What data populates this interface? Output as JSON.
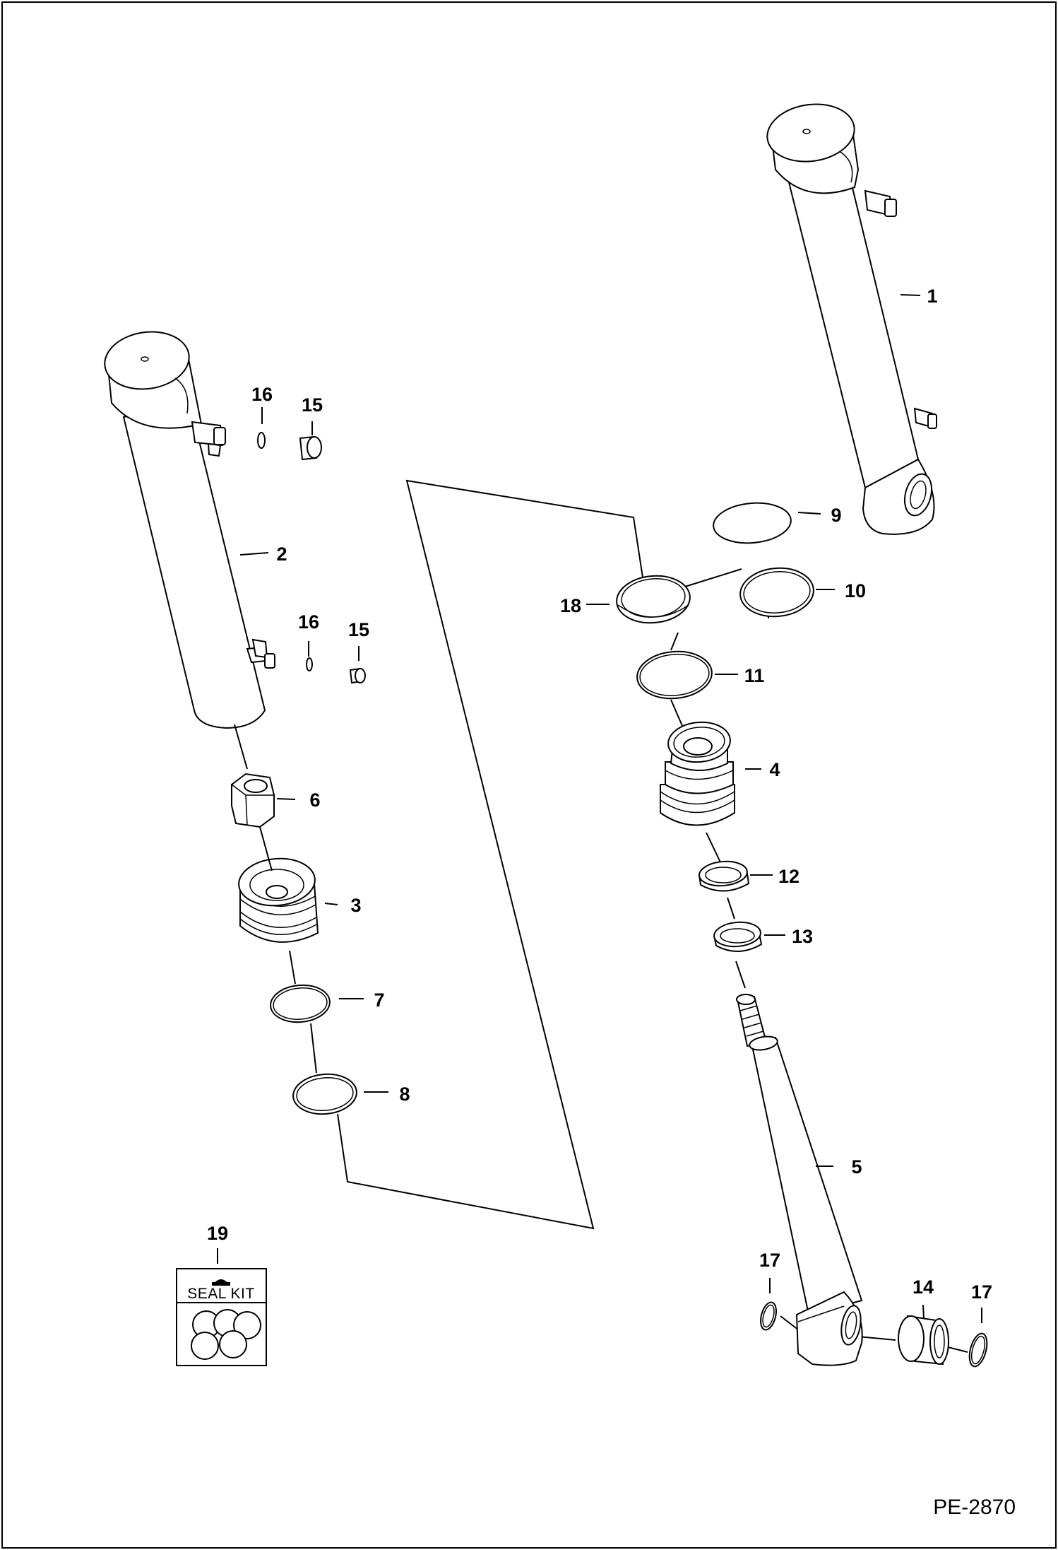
{
  "drawing_ref": "PE-2870",
  "seal_kit_text": "SEAL KIT",
  "callouts": [
    {
      "id": "c1",
      "num": "1"
    },
    {
      "id": "c2",
      "num": "2"
    },
    {
      "id": "c3",
      "num": "3"
    },
    {
      "id": "c4",
      "num": "4"
    },
    {
      "id": "c5",
      "num": "5"
    },
    {
      "id": "c6",
      "num": "6"
    },
    {
      "id": "c7",
      "num": "7"
    },
    {
      "id": "c8",
      "num": "8"
    },
    {
      "id": "c9",
      "num": "9"
    },
    {
      "id": "c10",
      "num": "10"
    },
    {
      "id": "c11",
      "num": "11"
    },
    {
      "id": "c12",
      "num": "12"
    },
    {
      "id": "c13",
      "num": "13"
    },
    {
      "id": "c14",
      "num": "14"
    },
    {
      "id": "c15a",
      "num": "15"
    },
    {
      "id": "c15b",
      "num": "15"
    },
    {
      "id": "c16a",
      "num": "16"
    },
    {
      "id": "c16b",
      "num": "16"
    },
    {
      "id": "c17a",
      "num": "17"
    },
    {
      "id": "c17b",
      "num": "17"
    },
    {
      "id": "c18",
      "num": "18"
    },
    {
      "id": "c19",
      "num": "19"
    }
  ]
}
